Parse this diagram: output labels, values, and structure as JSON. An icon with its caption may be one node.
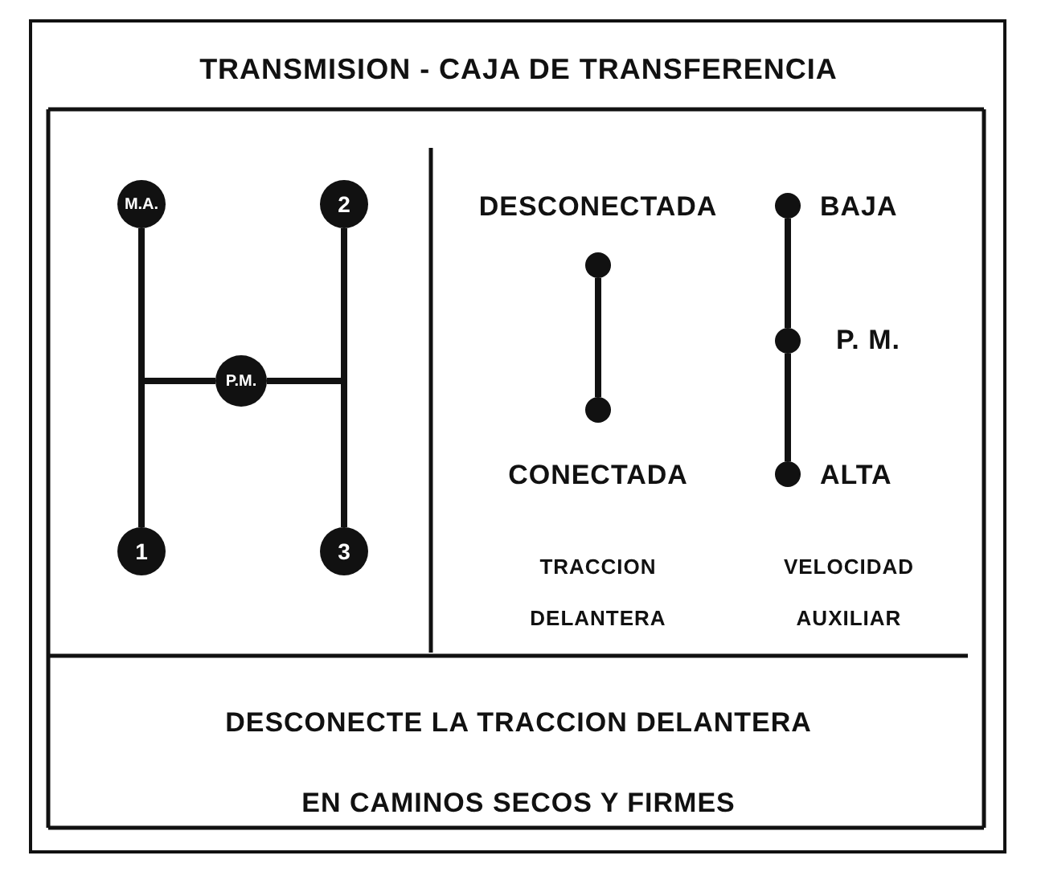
{
  "diagram": {
    "title": "TRANSMISION - CAJA DE TRANSFERENCIA",
    "nodes": [
      {
        "text": [
          "M.A."
        ]
      },
      {
        "text": [
          "2"
        ]
      },
      {
        "text": [
          "P.M."
        ]
      },
      {
        "text": [
          "1"
        ]
      },
      {
        "text": [
          "3"
        ]
      },
      {
        "text": [],
        "shape": "circle",
        "beside": [
          "DESCONECTADA"
        ]
      },
      {
        "text": [],
        "shape": "circle",
        "beside": [
          "CONECTADA"
        ]
      },
      {
        "text": [],
        "shape": "circle",
        "beside": [
          "BAJA"
        ]
      },
      {
        "text": [],
        "shape": "circle",
        "beside": [
          "P. M."
        ]
      },
      {
        "text": [],
        "shape": "circle",
        "beside": [
          "ALTA"
        ]
      }
    ],
    "edges": [
      {
        "from": 0,
        "to": 3,
        "arrow": "none"
      },
      {
        "from": 1,
        "to": 4,
        "arrow": "none"
      },
      {
        "from": 2,
        "to": null,
        "arrow": "none"
      },
      {
        "from": 2,
        "to": null,
        "arrow": "none"
      },
      {
        "from": 5,
        "to": 6,
        "arrow": "none"
      },
      {
        "from": 7,
        "to": 8,
        "arrow": "none"
      },
      {
        "from": 8,
        "to": 9,
        "arrow": "none"
      }
    ],
    "labels": [
      "TRACCION DELANTERA",
      "VELOCIDAD AUXILIAR",
      "DESCONECTE LA TRACCION DELANTERA EN CAMINOS SECOS Y FIRMES"
    ]
  }
}
